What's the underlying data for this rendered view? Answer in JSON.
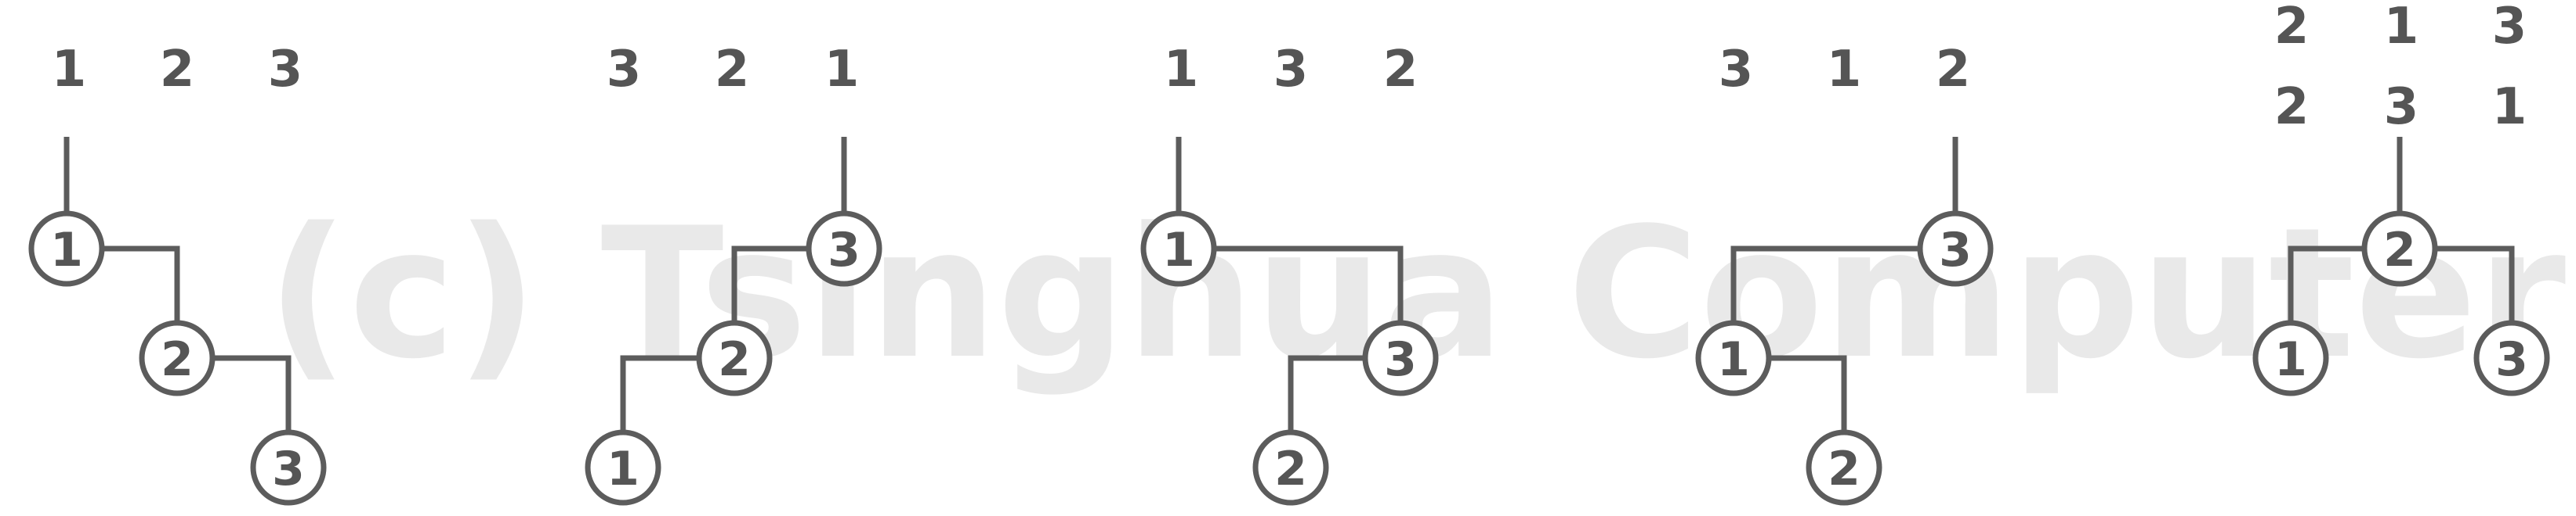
{
  "watermark": "(c) Tsinghua Computer",
  "trees": [
    {
      "sequences": [
        [
          "1",
          "2",
          "3"
        ]
      ],
      "nodes": [
        {
          "id": "a",
          "label": "1"
        },
        {
          "id": "b",
          "label": "2"
        },
        {
          "id": "c",
          "label": "3"
        }
      ]
    },
    {
      "sequences": [
        [
          "3",
          "2",
          "1"
        ]
      ],
      "nodes": [
        {
          "id": "a",
          "label": "3"
        },
        {
          "id": "b",
          "label": "2"
        },
        {
          "id": "c",
          "label": "1"
        }
      ]
    },
    {
      "sequences": [
        [
          "1",
          "3",
          "2"
        ]
      ],
      "nodes": [
        {
          "id": "a",
          "label": "1"
        },
        {
          "id": "b",
          "label": "3"
        },
        {
          "id": "c",
          "label": "2"
        }
      ]
    },
    {
      "sequences": [
        [
          "3",
          "1",
          "2"
        ]
      ],
      "nodes": [
        {
          "id": "a",
          "label": "3"
        },
        {
          "id": "b",
          "label": "1"
        },
        {
          "id": "c",
          "label": "2"
        }
      ]
    },
    {
      "sequences": [
        [
          "2",
          "1",
          "3"
        ],
        [
          "2",
          "3",
          "1"
        ]
      ],
      "nodes": [
        {
          "id": "a",
          "label": "2"
        },
        {
          "id": "b",
          "label": "1"
        },
        {
          "id": "c",
          "label": "3"
        }
      ]
    }
  ]
}
